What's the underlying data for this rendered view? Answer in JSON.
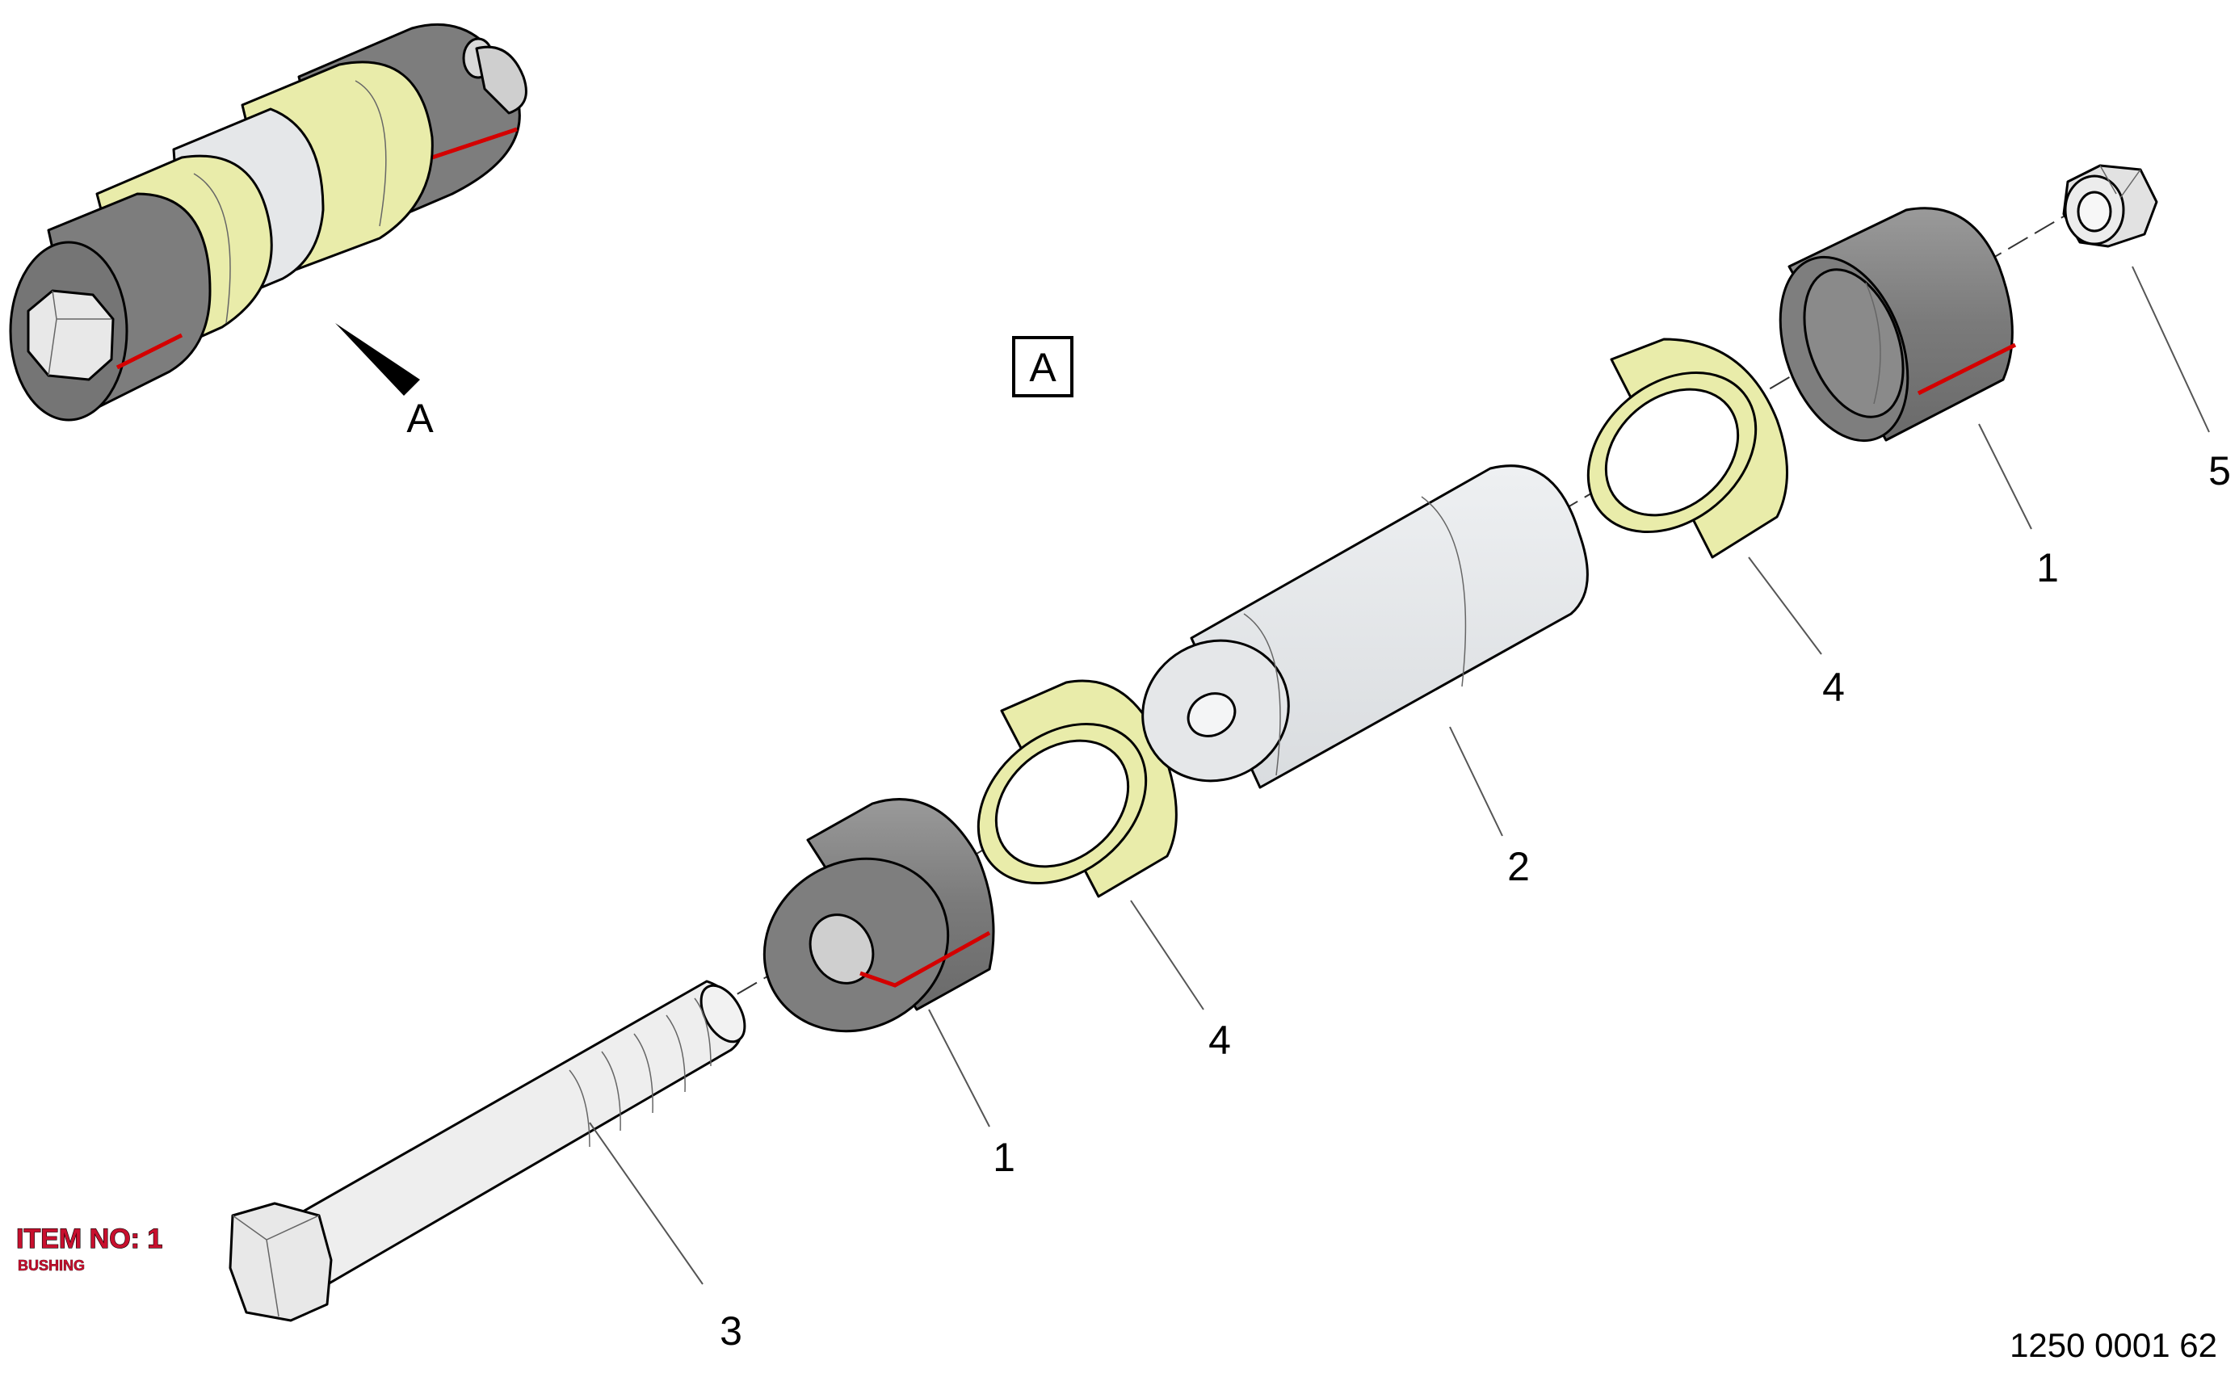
{
  "view_label": "A",
  "view_arrow_label": "A",
  "callouts": {
    "c1_upper": "1",
    "c1_lower": "1",
    "c2": "2",
    "c3": "3",
    "c4_upper": "4",
    "c4_lower": "4",
    "c5": "5"
  },
  "item_note": {
    "item_no": "ITEM NO: 1",
    "description": "BUSHING"
  },
  "drawing_number": "1250 0001 62",
  "colors": {
    "bushing_dark": "#7f7f7f",
    "spacer_yellow": "#e9ecaa",
    "sleeve_light": "#e5e7e9",
    "highlight_red": "#d40000",
    "item_text_red": "#c8102e"
  }
}
